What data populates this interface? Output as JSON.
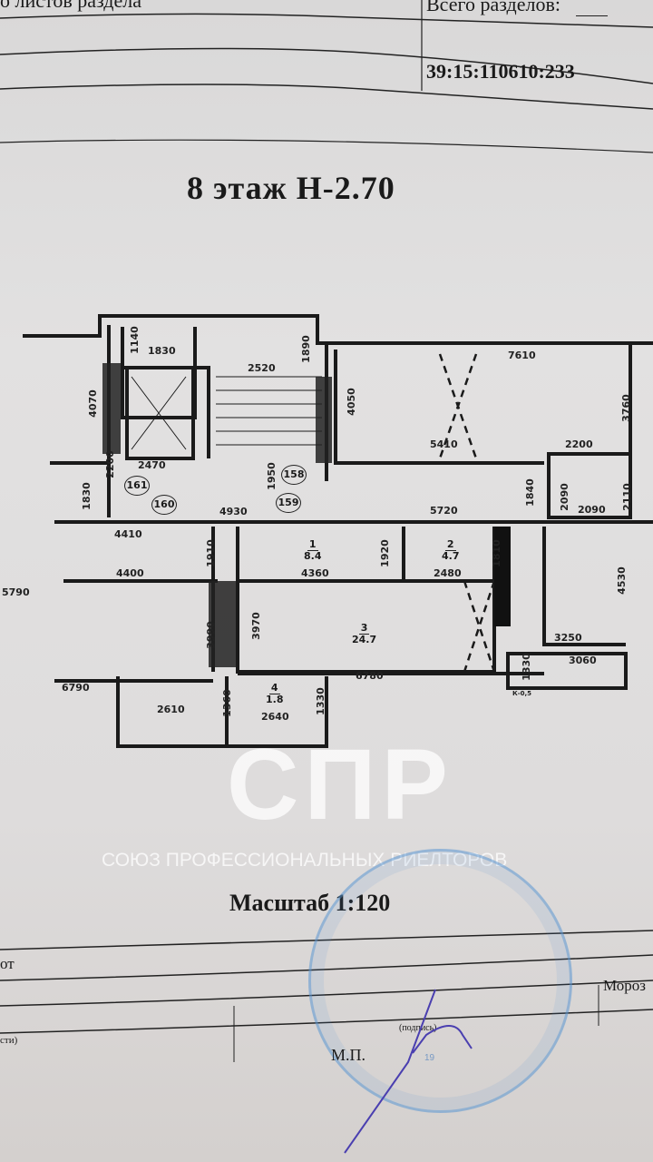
{
  "header": {
    "sheets_label": "о листов раздела",
    "total_sections_label": "Всего разделов:",
    "cadastral_number": "39:15:110610:233"
  },
  "plan": {
    "title": "8 этаж  Н-2.70",
    "stair_circles": [
      "161",
      "160",
      "158",
      "159"
    ],
    "rooms": [
      {
        "number": "1",
        "area": "8.4"
      },
      {
        "number": "2",
        "area": "4.7"
      },
      {
        "number": "3",
        "area": "24.7"
      },
      {
        "number": "4",
        "area": "1.8"
      }
    ],
    "dimensions": {
      "d1140": "1140",
      "d1830a": "1830",
      "d1890": "1890",
      "d2520": "2520",
      "d4070": "4070",
      "d4050": "4050",
      "d7610": "7610",
      "d3760": "3760",
      "d5410": "5410",
      "d2200a": "2200",
      "d2200b": "2200",
      "d2470": "2470",
      "d1950": "1950",
      "d1830b": "1830",
      "d1840": "1840",
      "d2090a": "2090",
      "d2110": "2110",
      "d5720": "5720",
      "d2090b": "2090",
      "d4930": "4930",
      "d4410": "4410",
      "d1910": "1910",
      "d1920": "1920",
      "d1810": "1810",
      "d4400": "4400",
      "d4360": "4360",
      "d2480": "2480",
      "d5790": "5790",
      "d4530": "4530",
      "d3990": "3990",
      "d3970": "3970",
      "d3250": "3250",
      "d3060": "3060",
      "d1330a": "1330",
      "d6790": "6790",
      "d6780": "6780",
      "d2610": "2610",
      "d1360": "1360",
      "d2640": "2640",
      "d1330b": "1330"
    },
    "balcony_coef": "К-0,5",
    "scale": "Масштаб 1:120"
  },
  "watermark": {
    "logo": "СПР",
    "text": "СОЮЗ ПРОФЕССИОНАЛЬНЫХ РИЕЛТОРОВ"
  },
  "footer": {
    "row1_fragment": "от",
    "row2_name_fragment": "Мороз",
    "row3_fragment": "сти)",
    "signature_label": "(подпись)",
    "seal_label": "М.П.",
    "stamp_number": "19"
  }
}
